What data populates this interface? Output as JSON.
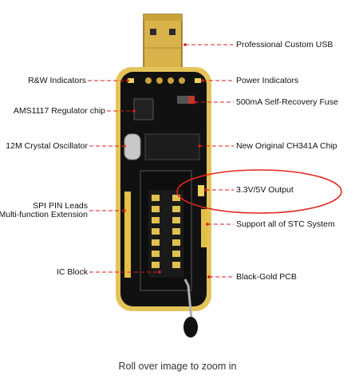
{
  "colors": {
    "callout_line": "#d81e1e",
    "highlight_ring": "#e2261d",
    "pcb_gold": "#e4c35a",
    "pcb_black": "#111111",
    "usb_gold": "#d9b24a"
  },
  "labels": {
    "professional_usb": "Professional Custom USB",
    "rw_indicators": "R&W Indicators",
    "power_indicators": "Power Indicators",
    "ams1117": "AMS1117 Regulator chip",
    "self_recovery_fuse": "500mA Self-Recovery Fuse",
    "crystal": "12M Crystal Oscillator",
    "ch341a": "New Original CH341A Chip",
    "output_33_5v": "3.3V/5V Output",
    "spi_line1": "SPI PIN Leads",
    "spi_line2": "Multi-function Extension",
    "stc_support": "Support all of STC System",
    "ic_block": "IC Block",
    "black_gold_pcb": "Black-Gold PCB"
  },
  "caption": "Roll over image to zoom in"
}
